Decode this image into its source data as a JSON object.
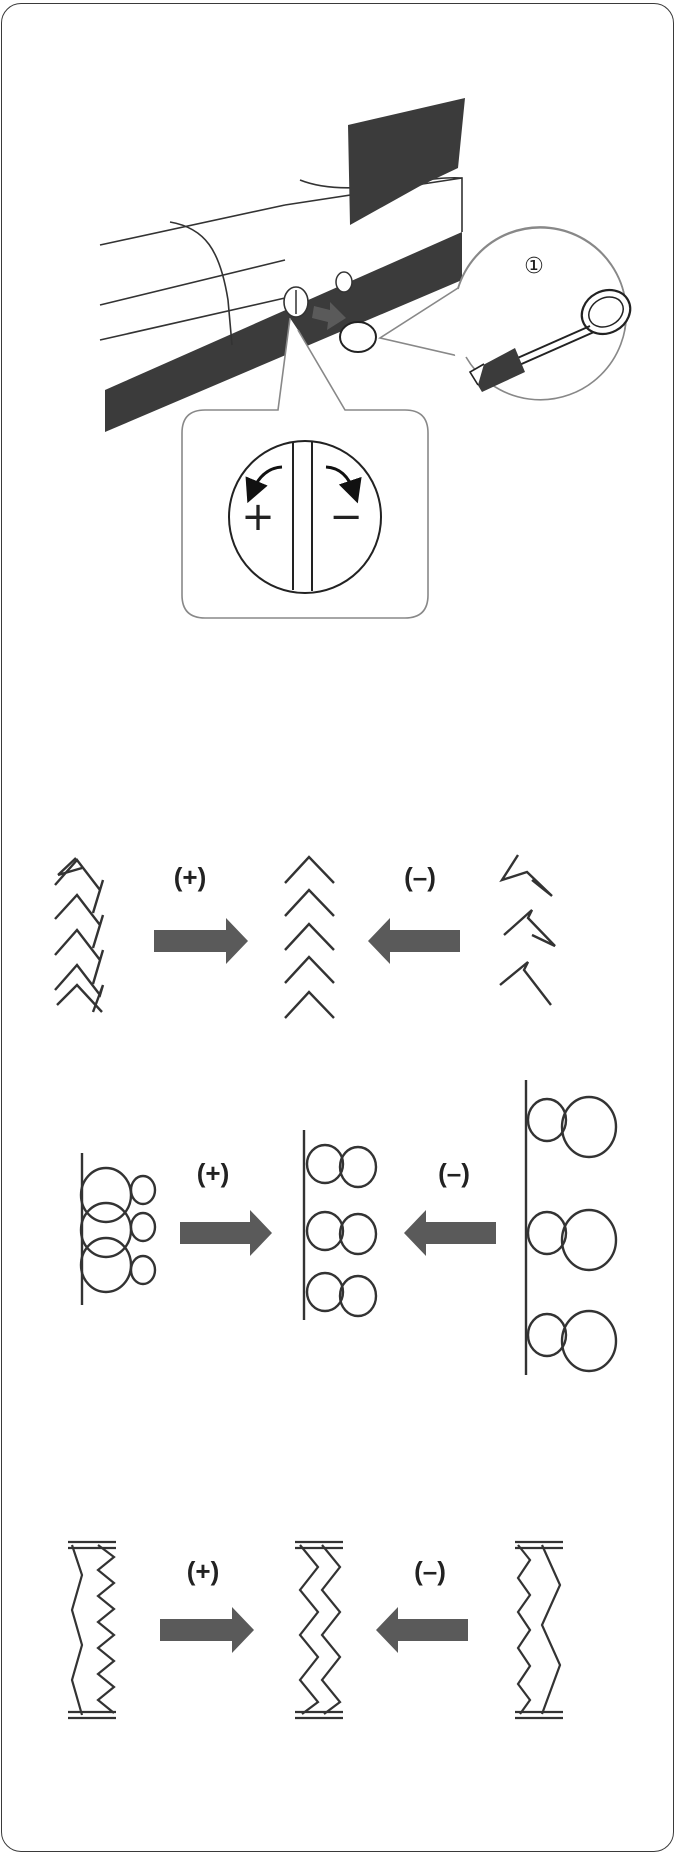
{
  "figure": {
    "callout_number": "①",
    "plus_sign": "+",
    "minus_sign": "−"
  },
  "rows": [
    {
      "plus_label": "(+)",
      "minus_label": "(–)",
      "pattern": "arrow-stitch"
    },
    {
      "plus_label": "(+)",
      "minus_label": "(–)",
      "pattern": "scallop-stitch"
    },
    {
      "plus_label": "(+)",
      "minus_label": "(–)",
      "pattern": "zigzag-stitch"
    }
  ],
  "colors": {
    "arrow": "#5a5a5a",
    "machine_dark": "#3b3b3b",
    "line": "#333333"
  }
}
